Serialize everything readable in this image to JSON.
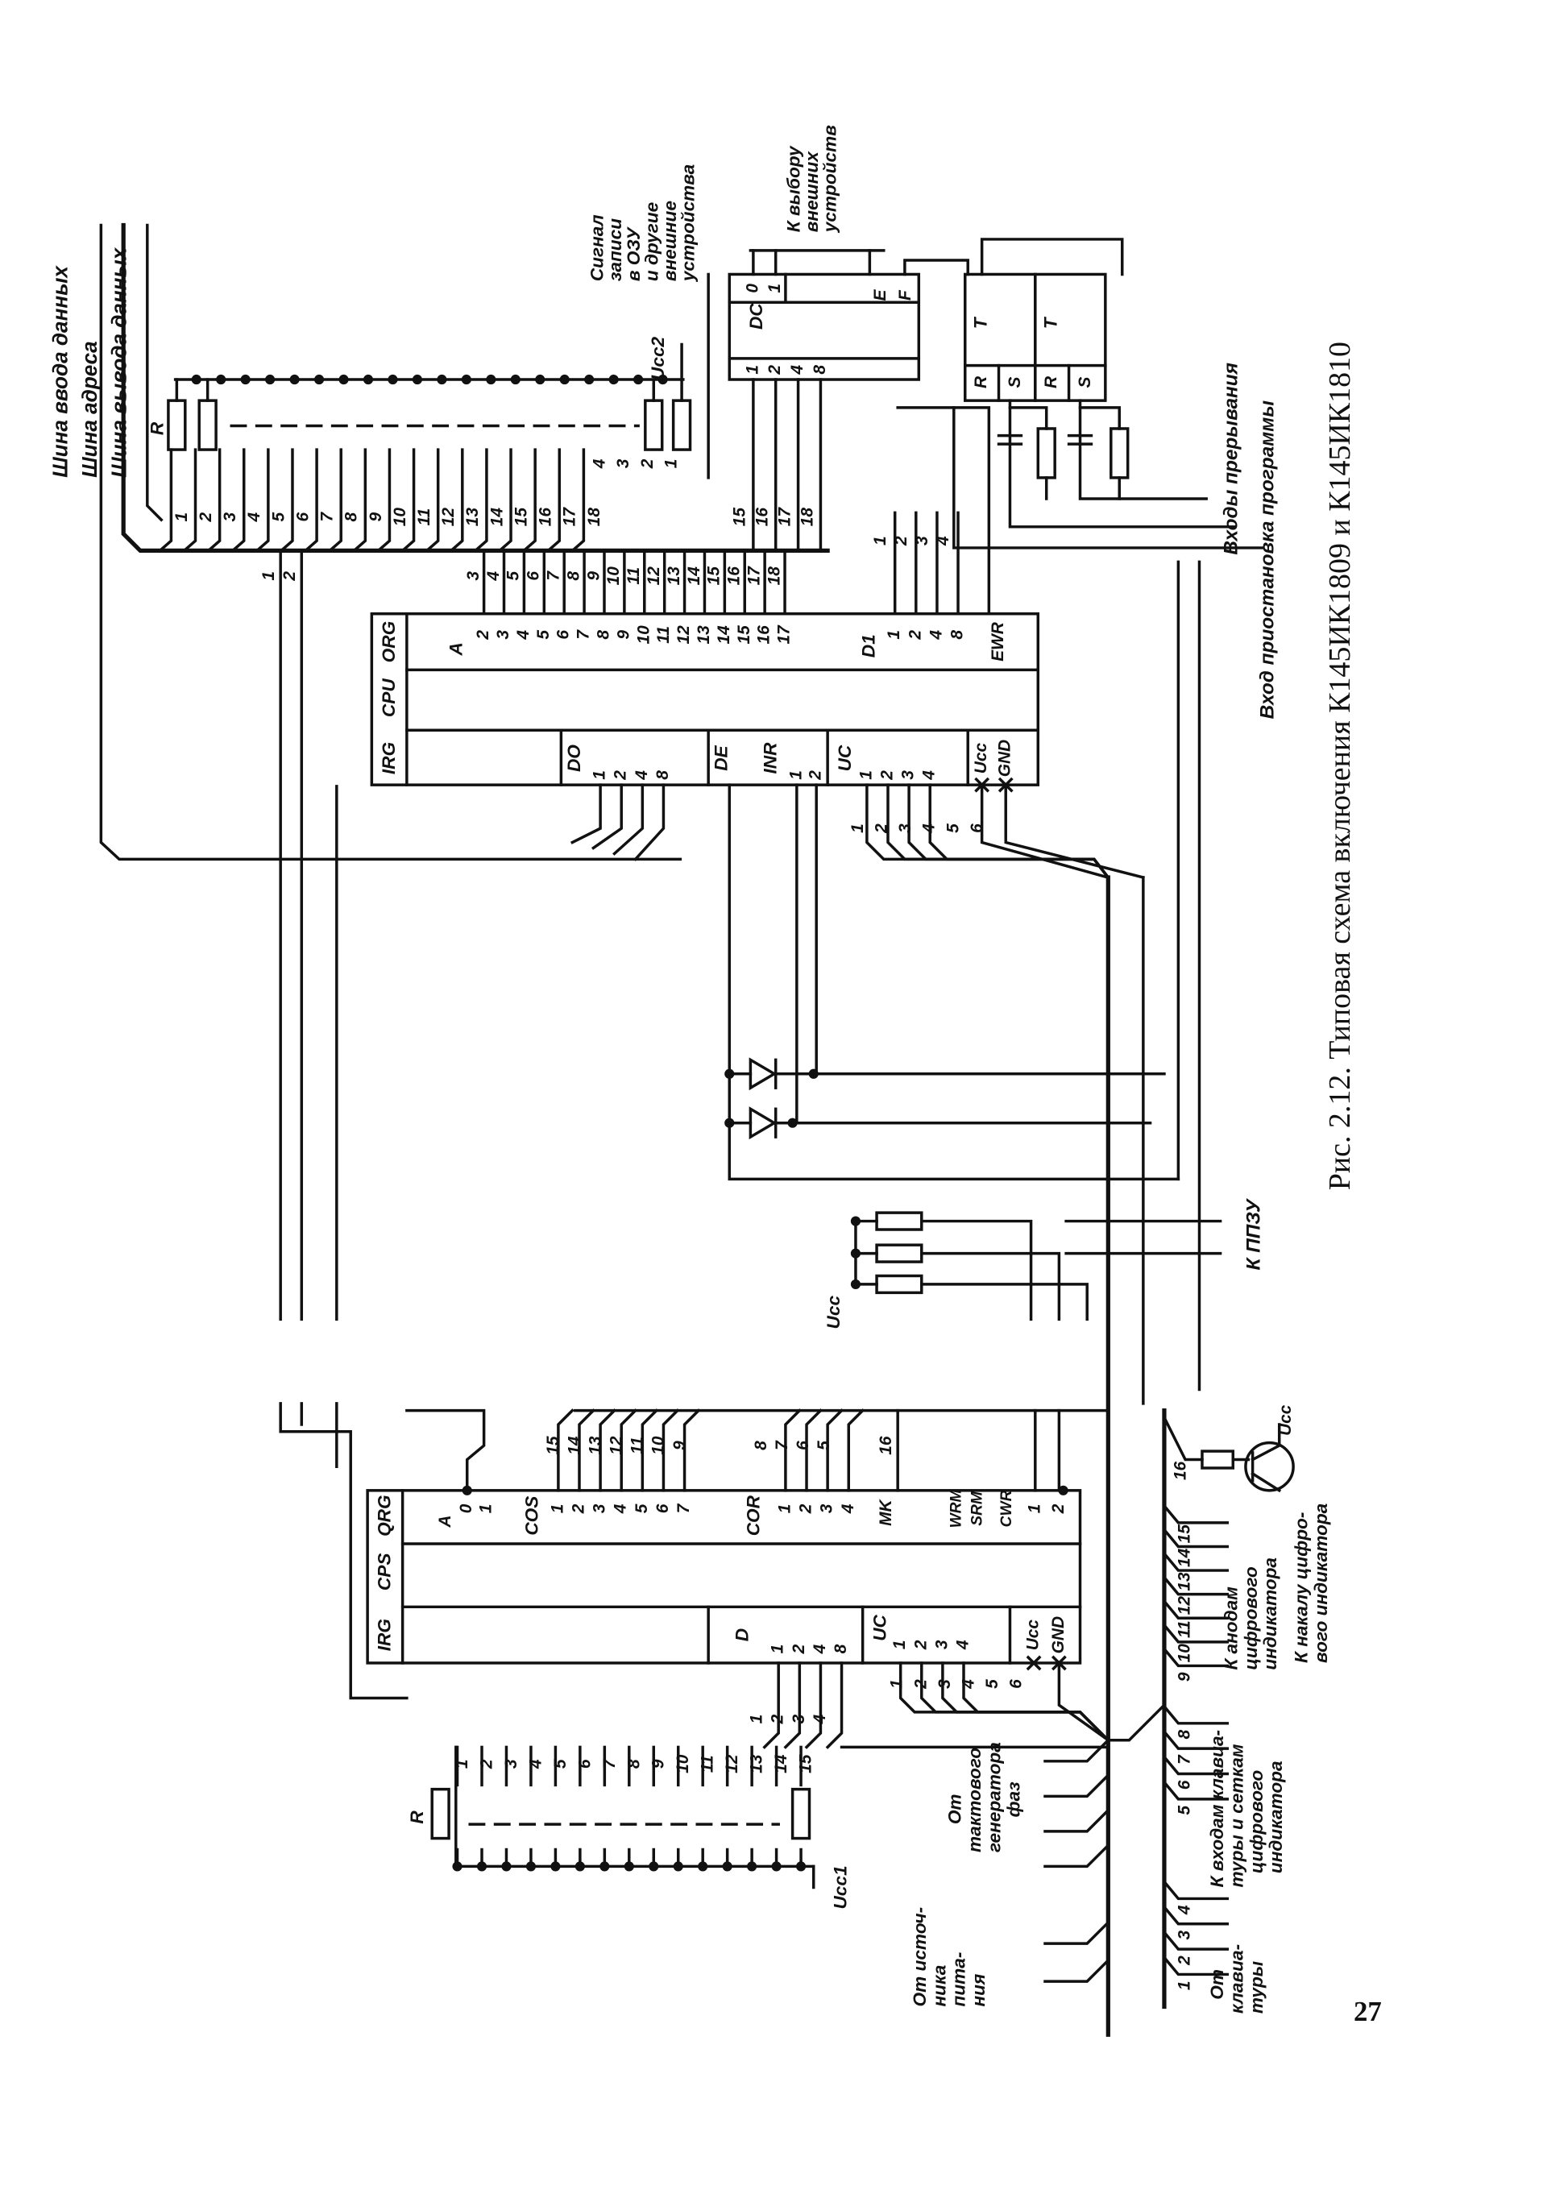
{
  "caption": "Рис. 2.12. Типовая схема включения К145ИК1809 и К145ИК1810",
  "page_number": "27",
  "bus_labels": [
    "Шина ввода данных",
    "Шина адреса",
    "Шина вывода данных"
  ],
  "write_signal_label": [
    "Сигнал",
    "записи",
    "в ОЗУ",
    "и другие",
    "внешние",
    "устройства"
  ],
  "device_select_label": [
    "К выбору",
    "внешних",
    "устройств"
  ],
  "interrupt_label": "Входы прерывания",
  "halt_label": "Вход приостановка программы",
  "ppzu_label": "К ППЗУ",
  "power_label": [
    "От источ-",
    "ника",
    "пита-",
    "ния"
  ],
  "clock_label": [
    "От",
    "тактового",
    "генератора",
    "фаз"
  ],
  "keyboard_label": [
    "От",
    "клавиа-",
    "туры"
  ],
  "kbd_grid_label": [
    "К входам клавиа-",
    "туры и сеткам",
    "цифрового",
    "индикатора"
  ],
  "anode_label": [
    "К анодам",
    "цифрового",
    "индикатора"
  ],
  "filament_label": [
    "К накалу цифро-",
    "вого индикатора"
  ],
  "power_rails": {
    "ucc": "Ucc",
    "ucc1": "Ucc1",
    "ucc2": "Ucc2",
    "gnd": "GND",
    "resistor": "R"
  },
  "cpu_chip": {
    "name": "CPU",
    "org": "ORG",
    "irg": "IRG",
    "a": "A",
    "d1": "D1",
    "ewr": "EWR",
    "do": "DO",
    "de": "DE",
    "inr": "INR",
    "uc": "UC",
    "a_pins": [
      "2",
      "3",
      "4",
      "5",
      "6",
      "7",
      "8",
      "9",
      "10",
      "11",
      "12",
      "13",
      "14",
      "15",
      "16",
      "17"
    ],
    "d1_pins": [
      "1",
      "2",
      "4",
      "8"
    ],
    "do_pins": [
      "1",
      "2",
      "4",
      "8"
    ],
    "inr_pins": [
      "1",
      "2"
    ],
    "uc_pins": [
      "1",
      "2",
      "3",
      "4"
    ],
    "addr_wire_numbers": [
      "3",
      "4",
      "5",
      "6",
      "7",
      "8",
      "9",
      "10",
      "11",
      "12",
      "13",
      "14",
      "15",
      "16",
      "17",
      "18"
    ],
    "d1_wire_numbers": [
      "1",
      "2",
      "3",
      "4"
    ],
    "uc_wire_numbers": [
      "1",
      "2",
      "3",
      "4",
      "5",
      "6"
    ],
    "bus_wire_numbers": [
      "1",
      "2",
      "3",
      "4",
      "5",
      "6",
      "7",
      "8",
      "9",
      "10",
      "11",
      "12",
      "13",
      "14",
      "15",
      "16",
      "17",
      "18"
    ],
    "dc_wire_numbers": [
      "15",
      "16",
      "17",
      "18"
    ],
    "addr_side_numbers": [
      "1",
      "2"
    ],
    "pullup_numbers": [
      "4",
      "3",
      "2",
      "1"
    ]
  },
  "dc_chip": {
    "name": "DC",
    "inputs": [
      "1",
      "2",
      "4",
      "8"
    ],
    "outputs": [
      "0",
      "1"
    ],
    "e": "E",
    "f": "F"
  },
  "triggers": {
    "name": "T",
    "r": "R",
    "s": "S"
  },
  "cps_chip": {
    "name": "CPS",
    "qrg": "QRG",
    "irg": "IRG",
    "a": "A",
    "a_pins": [
      "0",
      "1"
    ],
    "cos": "COS",
    "cos_pins": [
      "1",
      "2",
      "3",
      "4",
      "5",
      "6",
      "7"
    ],
    "cor": "COR",
    "cor_pins": [
      "1",
      "2",
      "3",
      "4"
    ],
    "mk": "MK",
    "wrm": "WRM",
    "srm": "SRM",
    "cwr": "CWR",
    "cwr_pins": [
      "1",
      "2"
    ],
    "d": "D",
    "d_pins": [
      "1",
      "2",
      "4",
      "8"
    ],
    "uc": "UC",
    "uc_pins": [
      "1",
      "2",
      "3",
      "4"
    ],
    "cos_wire_numbers": [
      "15",
      "14",
      "13",
      "12",
      "11",
      "10",
      "9"
    ],
    "cor_wire_numbers": [
      "8",
      "7",
      "6",
      "5"
    ],
    "mk_wire_number": "16",
    "d_wire_numbers": [
      "1",
      "2",
      "3",
      "4"
    ],
    "uc_wire_numbers": [
      "1",
      "2",
      "3",
      "4",
      "5",
      "6"
    ],
    "pullup_numbers": [
      "1",
      "2",
      "3",
      "4",
      "5",
      "6",
      "7",
      "8",
      "9",
      "10",
      "11",
      "12",
      "13",
      "14",
      "15"
    ]
  },
  "right_bus": {
    "anode_numbers": [
      "9",
      "10",
      "11",
      "12",
      "13",
      "14",
      "15"
    ],
    "filament_number": "16",
    "grid_numbers": [
      "5",
      "6",
      "7",
      "8"
    ],
    "keyboard_numbers": [
      "1",
      "2",
      "3",
      "4"
    ]
  }
}
